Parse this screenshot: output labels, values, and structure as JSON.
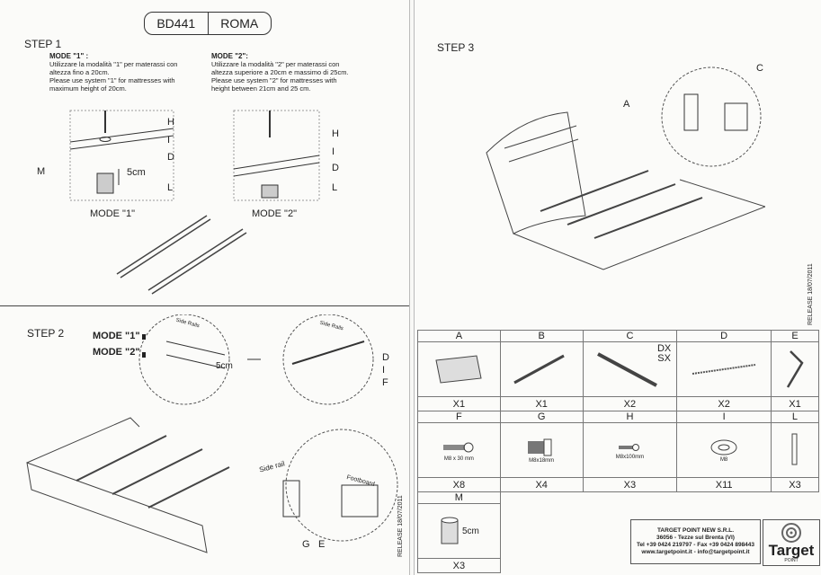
{
  "header": {
    "code": "BD441",
    "name": "ROMA"
  },
  "step1": {
    "label": "STEP 1",
    "mode1": {
      "title": "MODE \"1\" :",
      "text": [
        "Utilizzare la modalità \"1\" per materassi con",
        "altezza fino a 20cm.",
        "Please use system \"1\" for mattresses with",
        "maximum height of 20cm."
      ],
      "caption": "MODE \"1\""
    },
    "mode2": {
      "title": "MODE \"2\":",
      "text": [
        "Utilizzare la modalità \"2\" per materassi con",
        "altezza superiore a 20cm e massimo di 25cm.",
        "Please use system \"2\" for mattresses with",
        "height between 21cm and 25 cm."
      ],
      "caption": "MODE \"2\""
    },
    "callouts": [
      "H",
      "I",
      "D",
      "L"
    ],
    "m_label": "M",
    "height": "5cm"
  },
  "step2": {
    "label": "STEP 2",
    "mode1": "MODE \"1\"",
    "mode2": "MODE \"2\"",
    "side_rails": "Side Rails",
    "side_rail": "Side rail",
    "footboard": "Footboard",
    "height": "5cm",
    "callouts": [
      "D",
      "I",
      "F"
    ],
    "bottom": [
      "G",
      "E"
    ],
    "release": "RELEASE 18/07/2011"
  },
  "step3": {
    "label": "STEP 3",
    "a": "A",
    "c": "C",
    "release": "RELEASE 18/07/2011"
  },
  "parts": [
    {
      "id": "A",
      "qty": "X1"
    },
    {
      "id": "B",
      "qty": "X1"
    },
    {
      "id": "C",
      "qty": "X2",
      "note": "DX\nSX"
    },
    {
      "id": "D",
      "qty": "X2"
    },
    {
      "id": "E",
      "qty": "X1"
    },
    {
      "id": "F",
      "qty": "X8",
      "size": "M8 x 30 mm"
    },
    {
      "id": "G",
      "qty": "X4",
      "size": "M8x18mm"
    },
    {
      "id": "H",
      "qty": "X3",
      "size": "M8x100mm"
    },
    {
      "id": "I",
      "qty": "X11",
      "size": "M8"
    },
    {
      "id": "L",
      "qty": "X3"
    },
    {
      "id": "M",
      "qty": "X3",
      "size": "5cm"
    }
  ],
  "footer": {
    "company": "TARGET POINT NEW S.R.L.",
    "address": "36056 - Tezze sul Brenta (VI)",
    "phone": "Tel +39 0424 219797 - Fax +39 0424 898443",
    "web": "www.targetpoint.it - info@targetpoint.it",
    "logo": "Target",
    "logo_sub": "POINT"
  }
}
